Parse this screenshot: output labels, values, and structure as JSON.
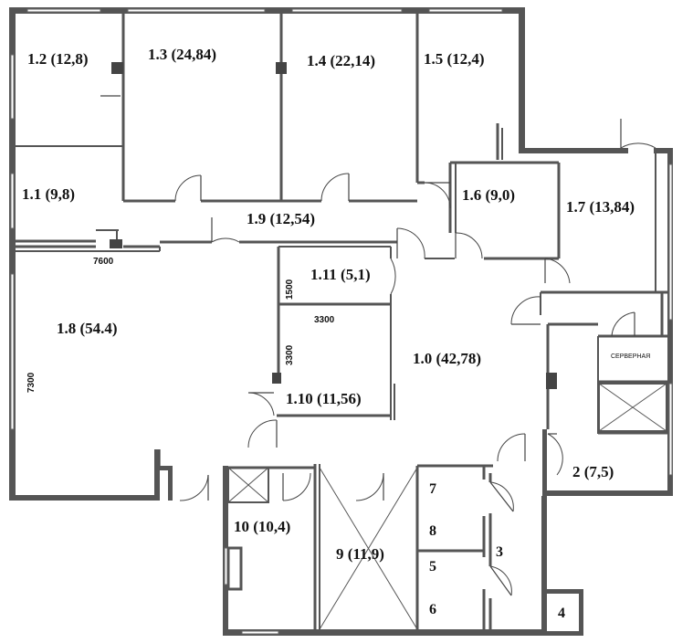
{
  "rooms": [
    {
      "id": "r12",
      "label": "1.2 (12,8)"
    },
    {
      "id": "r13",
      "label": "1.3 (24,84)"
    },
    {
      "id": "r14",
      "label": "1.4 (22,14)"
    },
    {
      "id": "r15",
      "label": "1.5 (12,4)"
    },
    {
      "id": "r11",
      "label": "1.1 (9,8)"
    },
    {
      "id": "r16",
      "label": "1.6 (9,0)"
    },
    {
      "id": "r17",
      "label": "1.7 (13,84)"
    },
    {
      "id": "r19",
      "label": "1.9 (12,54)"
    },
    {
      "id": "r111",
      "label": "1.11 (5,1)"
    },
    {
      "id": "r18",
      "label": "1.8 (54.4)"
    },
    {
      "id": "r10",
      "label": "1.0 (42,78)"
    },
    {
      "id": "r110",
      "label": "1.10 (11,56)"
    },
    {
      "id": "r2",
      "label": "2 (7,5)"
    },
    {
      "id": "r10b",
      "label": "10 (10,4)"
    },
    {
      "id": "r9",
      "label": "9 (11,9)"
    },
    {
      "id": "n7",
      "label": "7"
    },
    {
      "id": "n8",
      "label": "8"
    },
    {
      "id": "n3",
      "label": "3"
    },
    {
      "id": "n5",
      "label": "5"
    },
    {
      "id": "n6",
      "label": "6"
    },
    {
      "id": "n4",
      "label": "4"
    }
  ],
  "dimensions": {
    "d7600": "7600",
    "d1500": "1500",
    "d3300h": "3300",
    "d3300v": "3300",
    "d7300": "7300"
  },
  "server_label": "СЕРВЕРНАЯ"
}
